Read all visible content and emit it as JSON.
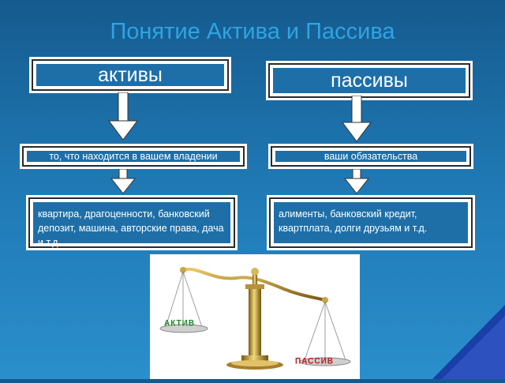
{
  "title": "Понятие Актива и Пассива",
  "assets": {
    "heading": "активы",
    "definition": "то, что находится в вашем владении",
    "examples": "квартира, драгоценности, банковский депозит, машина, авторские права, дача и т.д."
  },
  "liabilities": {
    "heading": "пассивы",
    "definition": "ваши обязательства",
    "examples": "алименты, банковский кредит, квартплата, долги друзьям и т.д."
  },
  "scales": {
    "left_pan_label": "АКТИВ",
    "right_pan_label": "ПАССИВ",
    "left_label_color": "#1e8a2c",
    "right_label_color": "#c0191c"
  },
  "colors": {
    "title": "#2fa4e0",
    "box_fill": "#1e6fa8"
  }
}
